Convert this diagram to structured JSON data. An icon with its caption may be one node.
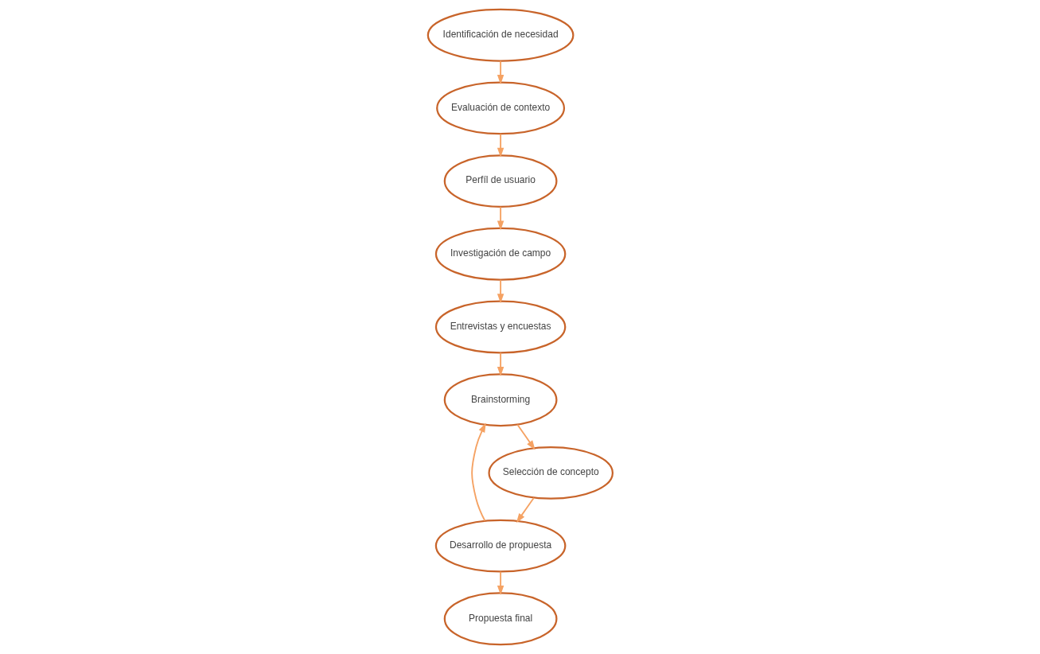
{
  "diagram": {
    "nodes": [
      {
        "text": [
          "Identificación de necesidad"
        ]
      },
      {
        "text": [
          "Evaluación de contexto"
        ]
      },
      {
        "text": [
          "Desarrollo de propuesta"
        ]
      },
      {
        "text": [
          "Perfíl de usuario"
        ]
      },
      {
        "text": [
          "Selección de concepto"
        ]
      },
      {
        "text": [
          "Propuesta final"
        ]
      },
      {
        "text": [
          "Investigación de campo"
        ]
      },
      {
        "text": [
          "Brainstorming"
        ]
      },
      {
        "text": [
          "Entrevistas y encuestas"
        ]
      }
    ],
    "edges": [
      {
        "from": 0,
        "to": 1,
        "arrow": "to"
      },
      {
        "from": 1,
        "to": 3,
        "arrow": "to"
      },
      {
        "from": 3,
        "to": 6,
        "arrow": "to"
      },
      {
        "from": 6,
        "to": 8,
        "arrow": "to"
      },
      {
        "from": 8,
        "to": 7,
        "arrow": "to"
      },
      {
        "from": 7,
        "to": 4,
        "arrow": "to"
      },
      {
        "from": 4,
        "to": 2,
        "arrow": "to"
      },
      {
        "from": 2,
        "to": 7,
        "arrow": "to"
      },
      {
        "from": 2,
        "to": 5,
        "arrow": "to"
      }
    ]
  }
}
